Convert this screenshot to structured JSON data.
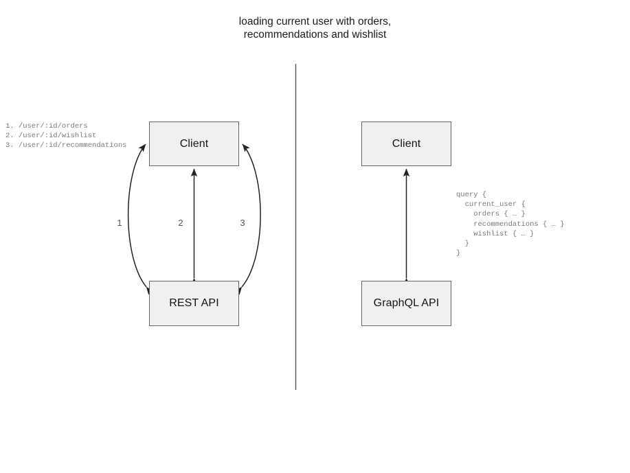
{
  "diagram": {
    "title": "loading current user with orders,\nrecommendations and wishlist",
    "divider": {
      "name": "vertical-divider",
      "color": "#555555"
    },
    "left_panel": {
      "name": "rest-approach",
      "nodes": [
        {
          "id": "client-rest",
          "label": "Client"
        },
        {
          "id": "rest-api",
          "label": "REST API"
        }
      ],
      "edges": [
        {
          "id": "edge-1",
          "label": "1",
          "style": "curved",
          "direction": "bidirectional"
        },
        {
          "id": "edge-2",
          "label": "2",
          "style": "straight",
          "direction": "bidirectional"
        },
        {
          "id": "edge-3",
          "label": "3",
          "style": "curved",
          "direction": "bidirectional"
        }
      ],
      "endpoints": "1. /user/:id/orders\n2. /user/:id/wishlist\n3. /user/:id/recommendations"
    },
    "right_panel": {
      "name": "graphql-approach",
      "nodes": [
        {
          "id": "client-gql",
          "label": "Client"
        },
        {
          "id": "graphql-api",
          "label": "GraphQL API"
        }
      ],
      "edges": [
        {
          "id": "edge-gql",
          "label": "",
          "style": "straight",
          "direction": "bidirectional"
        }
      ],
      "query": "query {\n  current_user {\n    orders { … }\n    recommendations { … }\n    wishlist { … }\n  }\n}"
    },
    "colors": {
      "node_fill": "#f0f0f0",
      "node_border": "#666666",
      "edge": "#222222",
      "mono_text": "#7a7a7a",
      "title_text": "#1a1a1a"
    }
  }
}
